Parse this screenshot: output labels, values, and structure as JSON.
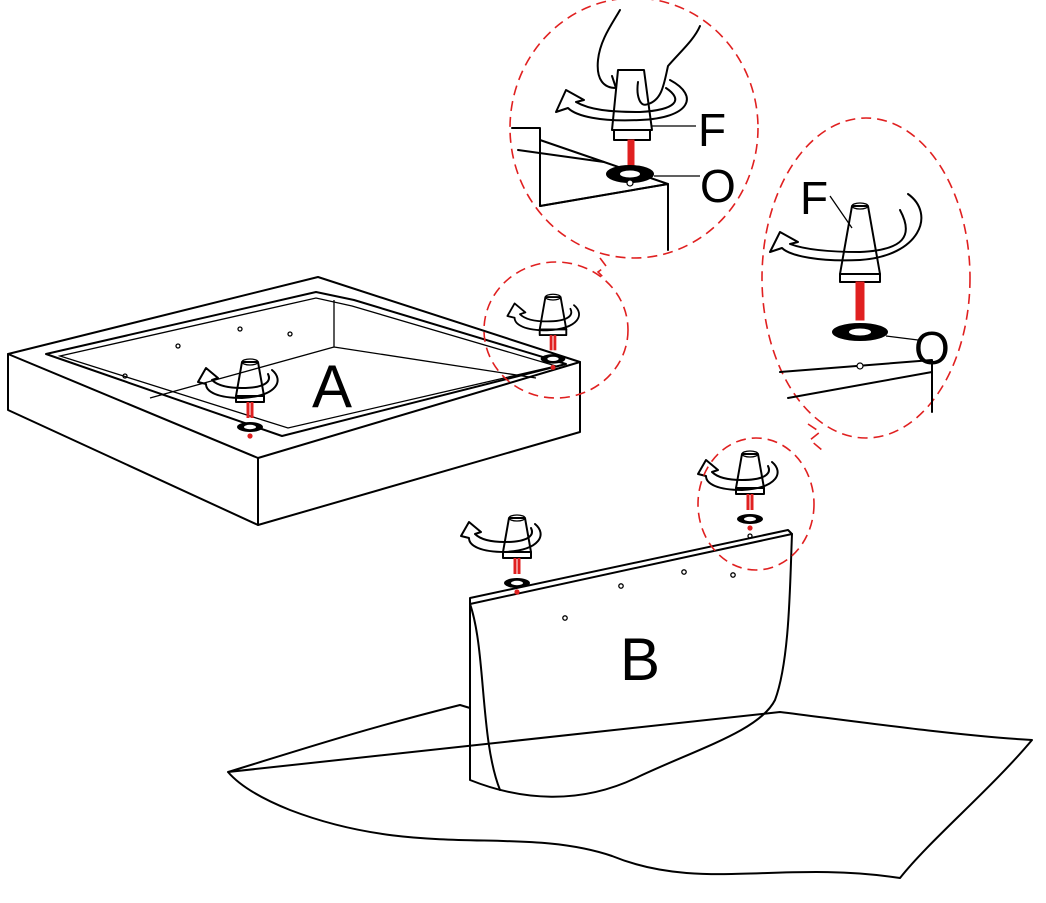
{
  "labels": {
    "tray": "A",
    "panel": "B",
    "leg_top_detail": "F",
    "washer_top_detail": "O",
    "leg_right_detail": "F",
    "washer_right_detail": "O"
  },
  "colors": {
    "line": "#000000",
    "accent_red": "#e02020",
    "background": "#ffffff"
  }
}
